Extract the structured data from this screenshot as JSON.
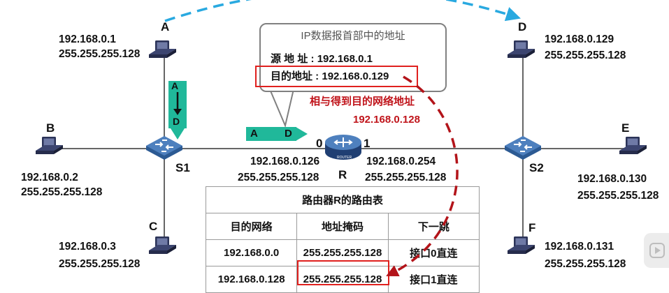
{
  "hosts": {
    "a": {
      "name": "A",
      "ip": "192.168.0.1",
      "mask": "255.255.255.128"
    },
    "b": {
      "name": "B",
      "ip": "192.168.0.2",
      "mask": "255.255.255.128"
    },
    "c": {
      "name": "C",
      "ip": "192.168.0.3",
      "mask": "255.255.255.128"
    },
    "d": {
      "name": "D",
      "ip": "192.168.0.129",
      "mask": "255.255.255.128"
    },
    "e": {
      "name": "E",
      "ip": "192.168.0.130",
      "mask": "255.255.255.128"
    },
    "f": {
      "name": "F",
      "ip": "192.168.0.131",
      "mask": "255.255.255.128"
    }
  },
  "switches": {
    "s1": "S1",
    "s2": "S2"
  },
  "router": {
    "name": "R",
    "if0": {
      "port": "0",
      "ip": "192.168.0.126",
      "mask": "255.255.255.128"
    },
    "if1": {
      "port": "1",
      "ip": "192.168.0.254",
      "mask": "255.255.255.128"
    }
  },
  "callout": {
    "title": "IP数据报首部中的地址",
    "src_label": "源 地 址",
    "src_value": "192.168.0.1",
    "dst_label": "目的地址",
    "dst_value": "192.168.0.129"
  },
  "arrows": {
    "horizontal_from": "A",
    "horizontal_to": "D",
    "vertical_from": "A",
    "vertical_to": "D"
  },
  "annotation": {
    "line1": "相与得到目的网络地址",
    "line2": "192.168.0.128"
  },
  "routing_table": {
    "title": "路由器R的路由表",
    "columns": [
      "目的网络",
      "地址掩码",
      "下一跳"
    ],
    "rows": [
      [
        "192.168.0.0",
        "255.255.255.128",
        "接口0直连"
      ],
      [
        "192.168.0.128",
        "255.255.255.128",
        "接口1直连"
      ]
    ]
  },
  "colors": {
    "accent_teal": "#20b89a",
    "highlight_red": "#e0201e",
    "annotation_red": "#c0141b",
    "arc_blue": "#29a9e0"
  }
}
